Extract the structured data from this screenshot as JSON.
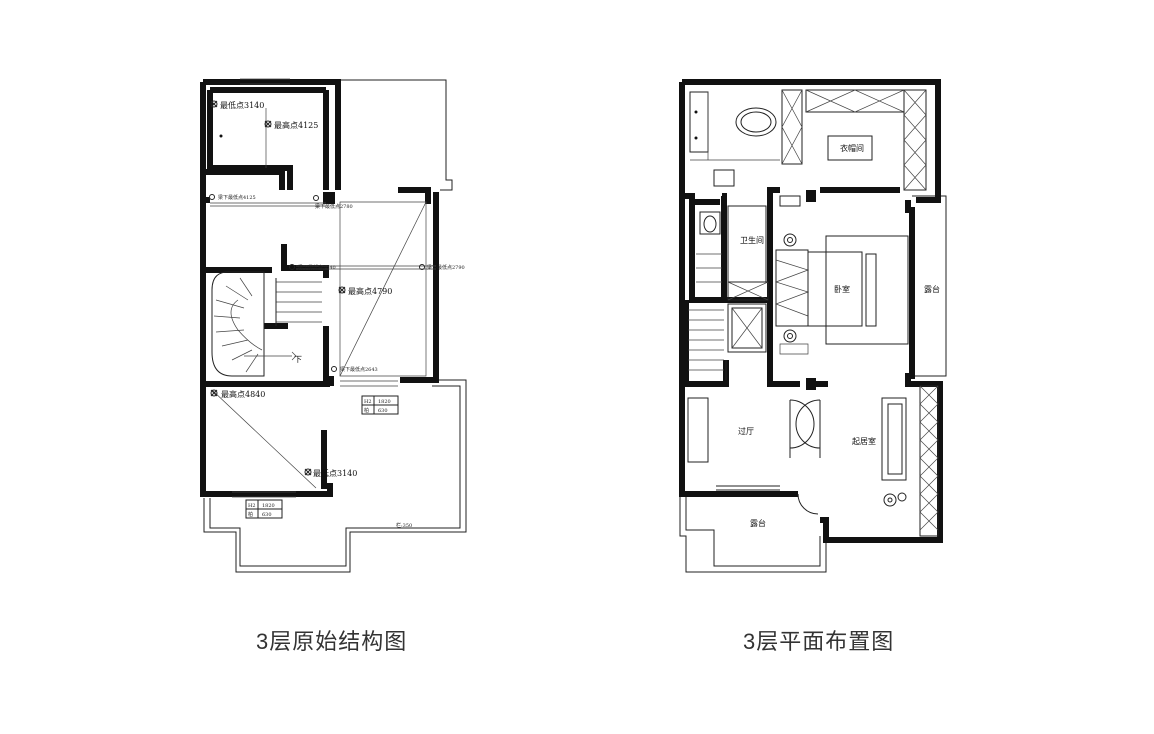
{
  "left_plan": {
    "caption": "3层原始结构图",
    "marks": {
      "low_top": "最低点3140",
      "high_top": "最高点4125",
      "beam_a": "梁下最低点4125",
      "beam_b": "梁下最低点2780",
      "beam_c": "梁下最低点3040",
      "beam_d": "梁下最低点2790",
      "high_center": "最高点4790",
      "down": "下",
      "beam_e": "梁下最低点2643",
      "high_bottom": "最高点4840",
      "low_bottom": "最低点3140",
      "rail": "栏:350"
    },
    "windows": [
      {
        "h_label": "H2",
        "h": "1820",
        "sill_label": "柏",
        "sill": "630"
      },
      {
        "h_label": "H2",
        "h": "1820",
        "sill_label": "柏",
        "sill": "630"
      }
    ]
  },
  "right_plan": {
    "caption": "3层平面布置图",
    "rooms": {
      "closet": "衣帽间",
      "bathroom": "卫生间",
      "bedroom": "卧室",
      "balcony_right": "露台",
      "hall": "过厅",
      "living": "起居室",
      "balcony_bottom": "露台"
    }
  }
}
